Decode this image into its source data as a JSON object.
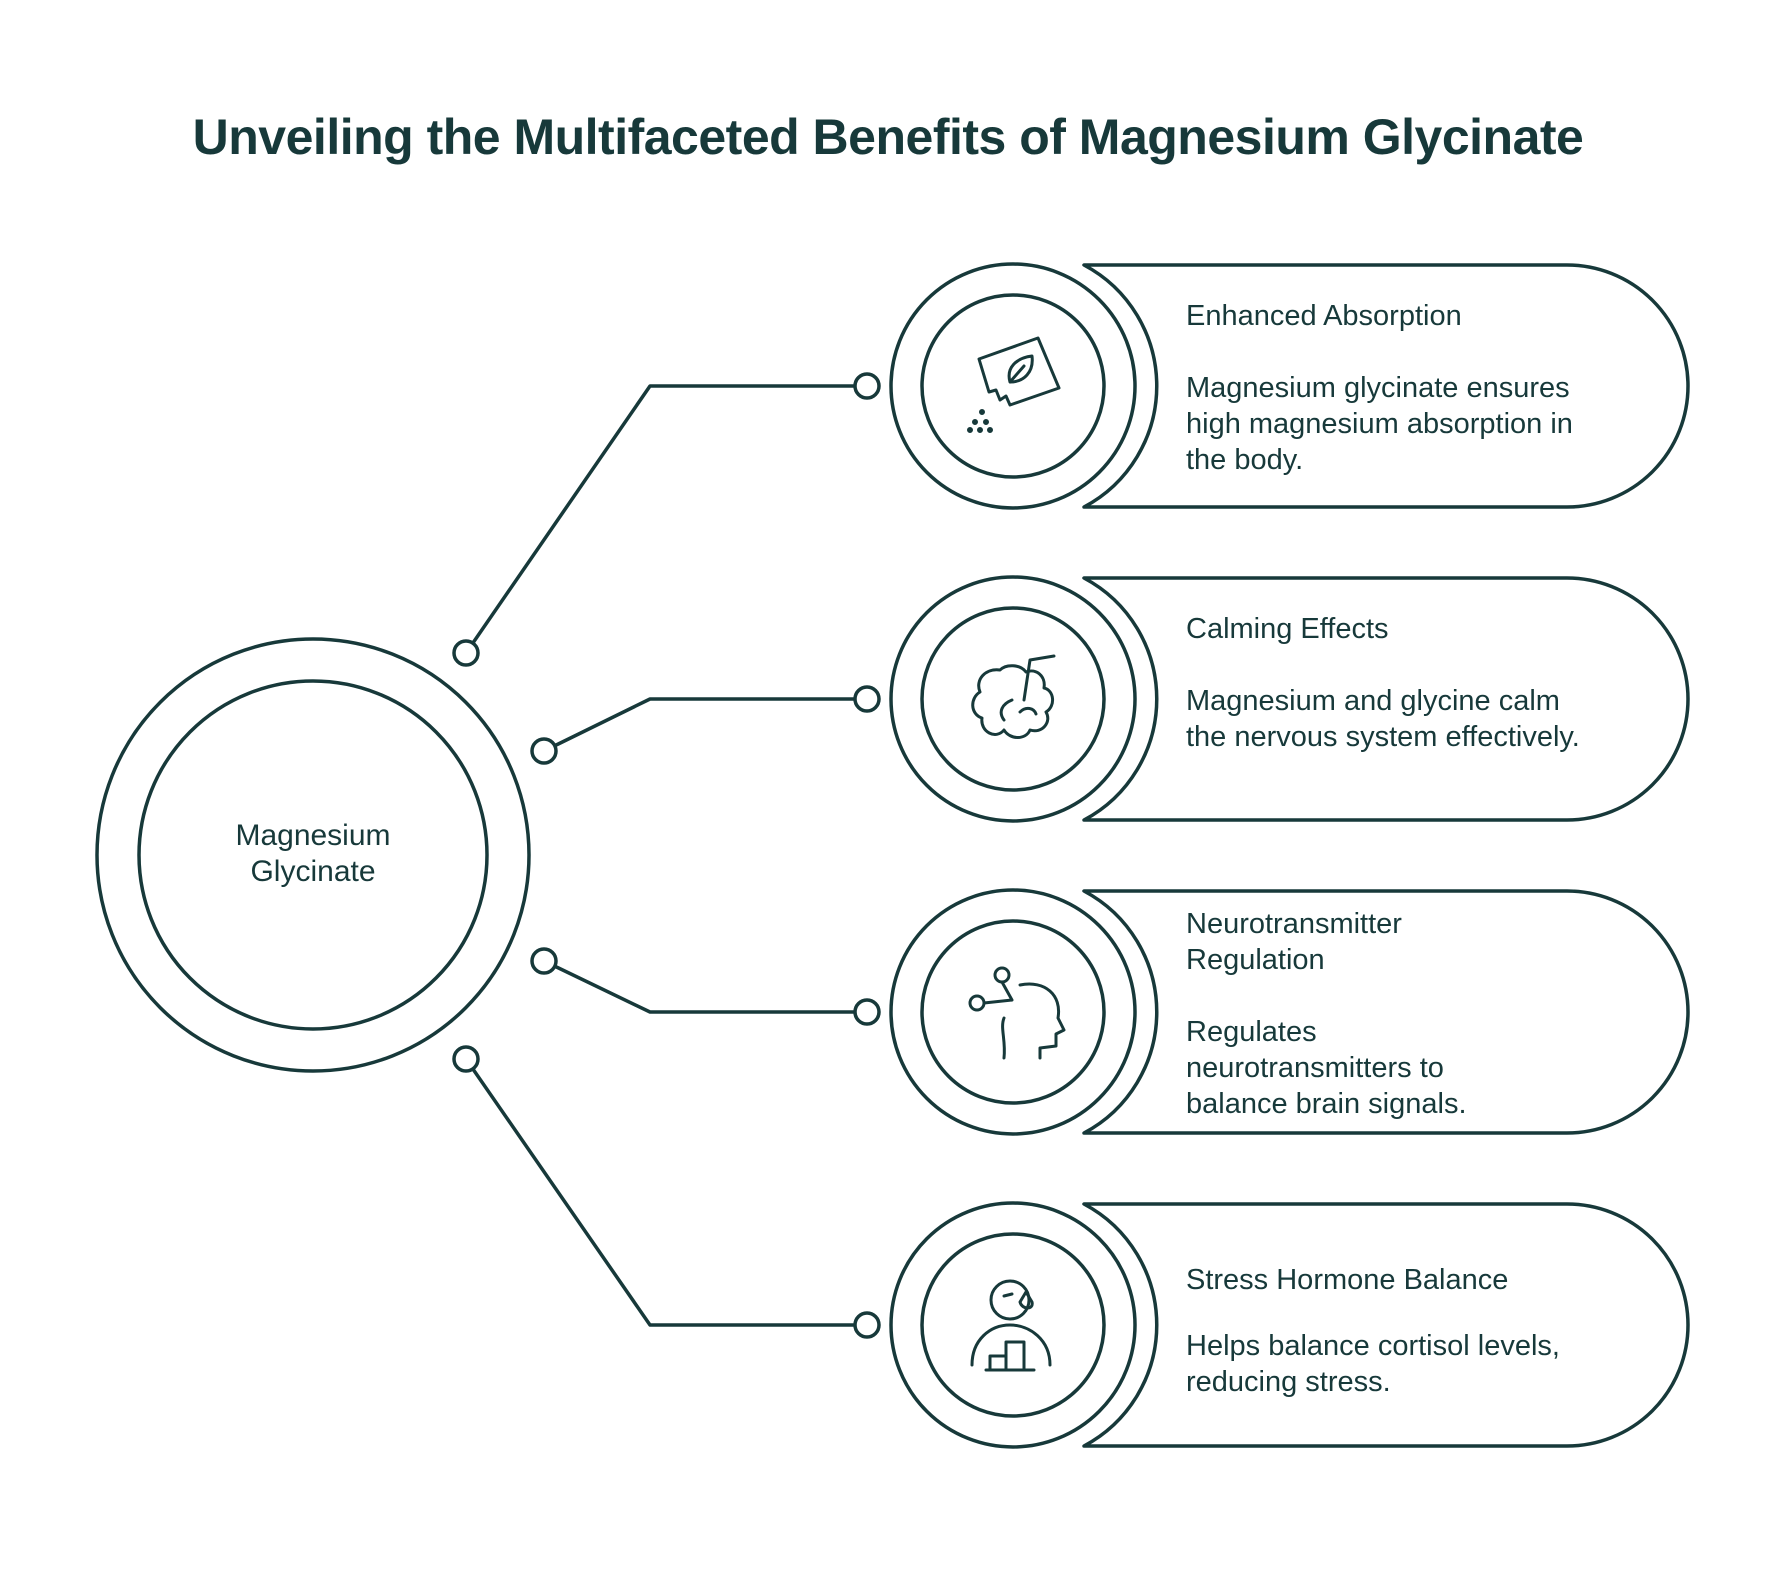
{
  "title": "Unveiling the Multifaceted Benefits of Magnesium Glycinate",
  "center": {
    "label": "Magnesium Glycinate"
  },
  "colors": {
    "stroke": "#17393a",
    "background": "#ffffff"
  },
  "items": [
    {
      "title": "Enhanced Absorption",
      "body": "Magnesium glycinate ensures high magnesium absorption in the body.",
      "icon": "supplement-sachet-leaf-icon"
    },
    {
      "title": "Calming Effects",
      "body": "Magnesium and glycine calm the nervous system effectively.",
      "icon": "brain-calm-icon"
    },
    {
      "title": "Neurotransmitter Regulation",
      "body": "Regulates neurotransmitters to balance brain signals.",
      "icon": "head-neurons-icon"
    },
    {
      "title": "Stress Hormone Balance",
      "body": "Helps balance cortisol levels, reducing stress.",
      "icon": "stressed-person-icon"
    }
  ]
}
